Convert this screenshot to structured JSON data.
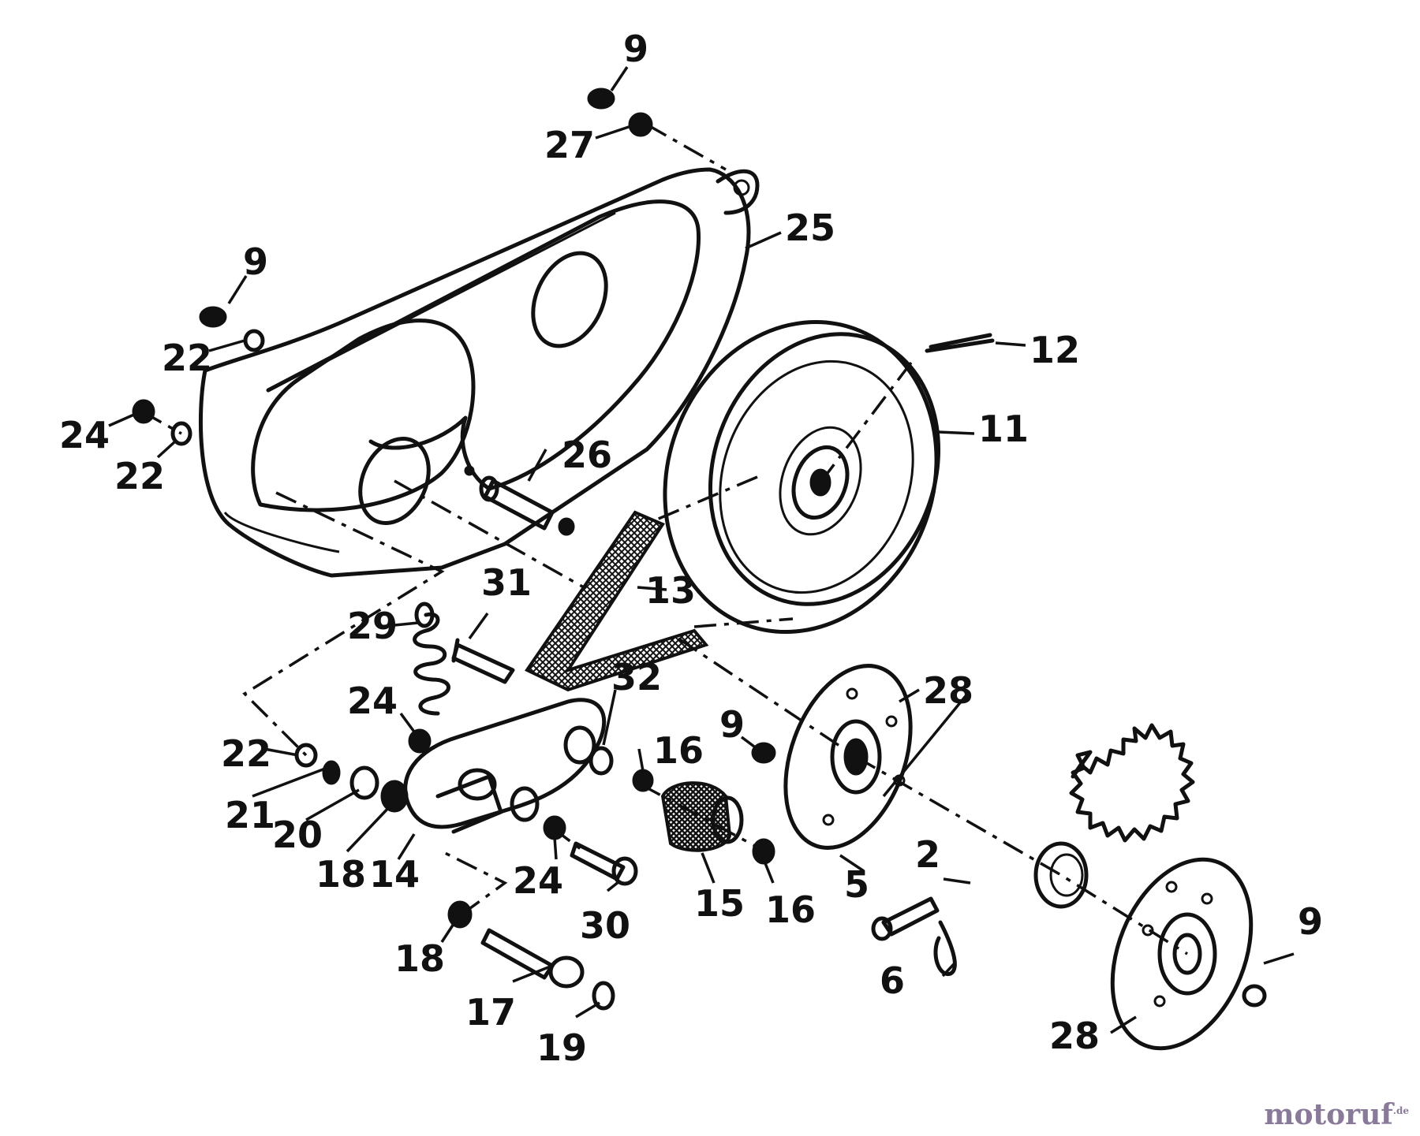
{
  "diagram": {
    "labels": {
      "p2": "2",
      "p5": "5",
      "p6": "6",
      "p9a": "9",
      "p9b": "9",
      "p9c": "9",
      "p9d": "9",
      "p11": "11",
      "p12": "12",
      "p13": "13",
      "p14": "14",
      "p15": "15",
      "p16a": "16",
      "p16b": "16",
      "p17": "17",
      "p18a": "18",
      "p18b": "18",
      "p19": "19",
      "p20": "20",
      "p21": "21",
      "p22a": "22",
      "p22b": "22",
      "p22c": "22",
      "p24a": "24",
      "p24b": "24",
      "p24c": "24",
      "p25": "25",
      "p26": "26",
      "p27": "27",
      "p28a": "28",
      "p28b": "28",
      "p29": "29",
      "p30": "30",
      "p31": "31",
      "p32": "32"
    }
  },
  "watermark": {
    "brand": "motoruf",
    "suffix": ".de"
  },
  "colors": {
    "line": "#111111",
    "background": "#ffffff",
    "brand_blue": "#2c6fb5",
    "brand_grey": "#8a7a9a"
  }
}
